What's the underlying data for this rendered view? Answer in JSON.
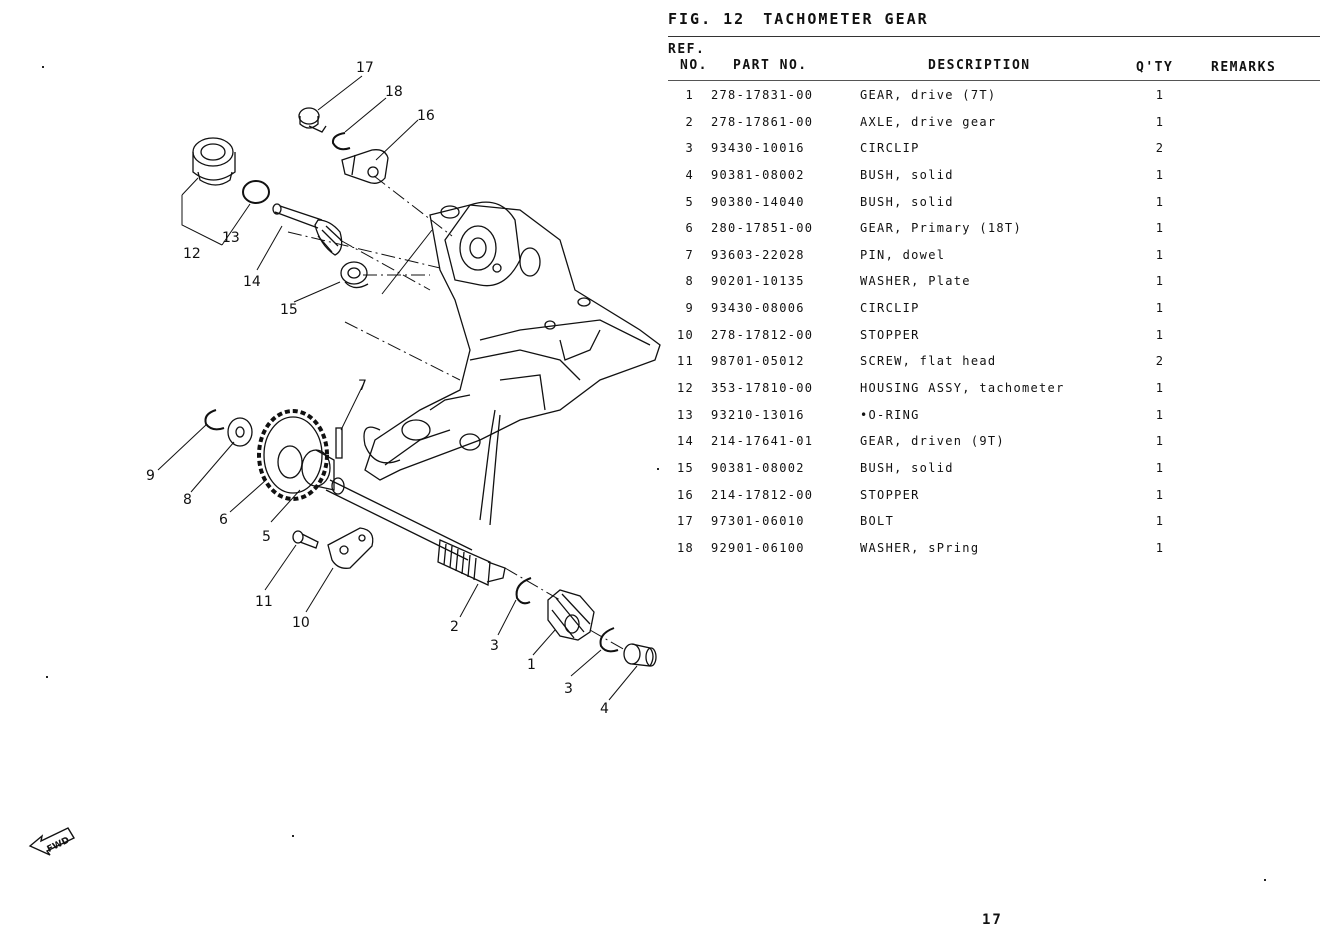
{
  "figure": {
    "label": "FIG. 12",
    "title": "TACHOMETER GEAR"
  },
  "table_header": {
    "ref_line1": "REF.",
    "ref_line2": "NO.",
    "part_no": "PART NO.",
    "description": "DESCRIPTION",
    "qty": "Q'TY",
    "remarks": "REMARKS"
  },
  "parts": [
    {
      "no": "1",
      "part": "278-17831-00",
      "desc": "GEAR, drive (7T)",
      "qty": "1",
      "remarks": ""
    },
    {
      "no": "2",
      "part": "278-17861-00",
      "desc": "AXLE, drive gear",
      "qty": "1",
      "remarks": ""
    },
    {
      "no": "3",
      "part": "93430-10016",
      "desc": "CIRCLIP",
      "qty": "2",
      "remarks": ""
    },
    {
      "no": "4",
      "part": "90381-08002",
      "desc": "BUSH, solid",
      "qty": "1",
      "remarks": ""
    },
    {
      "no": "5",
      "part": "90380-14040",
      "desc": "BUSH, solid",
      "qty": "1",
      "remarks": ""
    },
    {
      "no": "6",
      "part": "280-17851-00",
      "desc": "GEAR, Primary (18T)",
      "qty": "1",
      "remarks": ""
    },
    {
      "no": "7",
      "part": "93603-22028",
      "desc": "PIN, dowel",
      "qty": "1",
      "remarks": ""
    },
    {
      "no": "8",
      "part": "90201-10135",
      "desc": "WASHER, Plate",
      "qty": "1",
      "remarks": ""
    },
    {
      "no": "9",
      "part": "93430-08006",
      "desc": "CIRCLIP",
      "qty": "1",
      "remarks": ""
    },
    {
      "no": "10",
      "part": "278-17812-00",
      "desc": "STOPPER",
      "qty": "1",
      "remarks": ""
    },
    {
      "no": "11",
      "part": "98701-05012",
      "desc": "SCREW, flat head",
      "qty": "2",
      "remarks": ""
    },
    {
      "no": "12",
      "part": "353-17810-00",
      "desc": "HOUSING ASSY, tachometer",
      "qty": "1",
      "remarks": ""
    },
    {
      "no": "13",
      "part": "93210-13016",
      "desc": "•O-RING",
      "qty": "1",
      "remarks": ""
    },
    {
      "no": "14",
      "part": "214-17641-01",
      "desc": "GEAR, driven (9T)",
      "qty": "1",
      "remarks": ""
    },
    {
      "no": "15",
      "part": "90381-08002",
      "desc": "BUSH, solid",
      "qty": "1",
      "remarks": ""
    },
    {
      "no": "16",
      "part": "214-17812-00",
      "desc": "STOPPER",
      "qty": "1",
      "remarks": ""
    },
    {
      "no": "17",
      "part": "97301-06010",
      "desc": "BOLT",
      "qty": "1",
      "remarks": ""
    },
    {
      "no": "18",
      "part": "92901-06100",
      "desc": "WASHER, sPring",
      "qty": "1",
      "remarks": ""
    }
  ],
  "callouts": {
    "c1": "1",
    "c2": "2",
    "c3a": "3",
    "c3b": "3",
    "c4": "4",
    "c5": "5",
    "c6": "6",
    "c7": "7",
    "c8": "8",
    "c9": "9",
    "c10": "10",
    "c11": "11",
    "c12": "12",
    "c13": "13",
    "c14": "14",
    "c15": "15",
    "c16": "16",
    "c17": "17",
    "c18": "18"
  },
  "fwd_label": "FWD",
  "page_number": "17"
}
